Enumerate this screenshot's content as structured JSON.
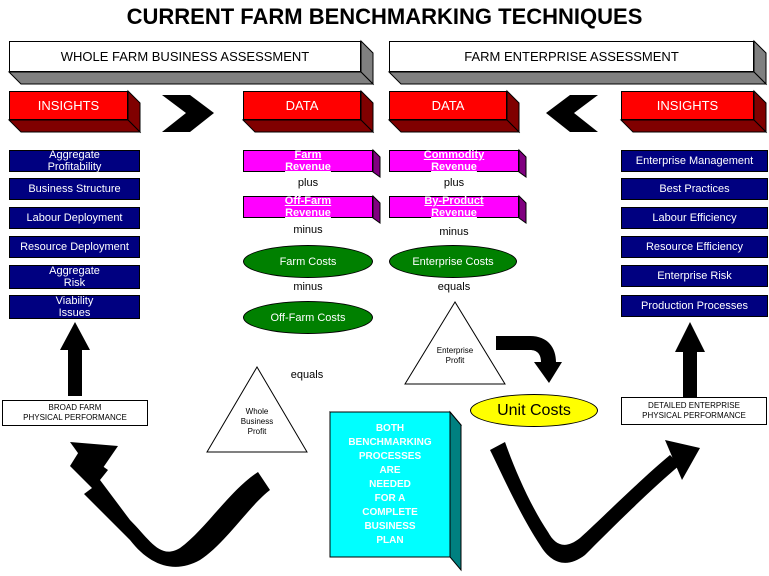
{
  "title": "CURRENT FARM BENCHMARKING TECHNIQUES",
  "left": {
    "banner": "WHOLE FARM BUSINESS ASSESSMENT",
    "insights_label": "INSIGHTS",
    "data_label": "DATA",
    "insights": [
      "Aggregate\nProfitability",
      "Business Structure",
      "Labour Deployment",
      "Resource Deployment",
      "Aggregate\nRisk",
      "Viability\nIssues"
    ],
    "revenue1": "Farm\nRevenue",
    "plus": "plus",
    "revenue2": "Off-Farm\nRevenue",
    "minus1": "minus",
    "cost1": "Farm Costs",
    "minus2": "minus",
    "cost2": "Off-Farm Costs",
    "equals": "equals",
    "profit": "Whole\nBusiness\nProfit",
    "physical": "BROAD FARM\nPHYSICAL PERFORMANCE"
  },
  "right": {
    "banner": "FARM ENTERPRISE ASSESSMENT",
    "insights_label": "INSIGHTS",
    "data_label": "DATA",
    "insights": [
      "Enterprise Management",
      "Best Practices",
      "Labour Efficiency",
      "Resource Efficiency",
      "Enterprise Risk",
      "Production Processes"
    ],
    "revenue1": "Commodity\nRevenue",
    "plus": "plus",
    "revenue2": "By-Product\nRevenue",
    "minus1": "minus",
    "cost1": "Enterprise Costs",
    "equals": "equals",
    "profit": "Enterprise\nProfit",
    "unit_costs": "Unit Costs",
    "physical": "DETAILED ENTERPRISE\nPHYSICAL PERFORMANCE"
  },
  "center_box": "BOTH\nBENCHMARKING\nPROCESSES\nARE\nNEEDED\nFOR A\nCOMPLETE\nBUSINESS\nPLAN",
  "colors": {
    "red": "#ff0000",
    "magenta": "#ff00ff",
    "navy": "#000080",
    "green": "#008000",
    "yellow": "#ffff00",
    "cyan": "#00ffff"
  }
}
